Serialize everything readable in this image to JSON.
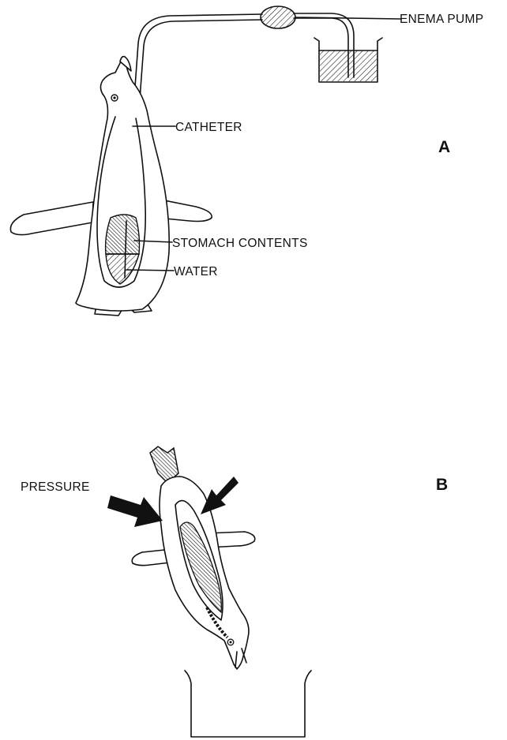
{
  "panel_a": {
    "letter": "A",
    "labels": {
      "enema_pump": "ENEMA PUMP",
      "catheter": "CATHETER",
      "stomach_contents": "STOMACH CONTENTS",
      "water": "WATER"
    }
  },
  "panel_b": {
    "letter": "B",
    "labels": {
      "pressure": "PRESSURE"
    }
  },
  "colors": {
    "ink": "#111111",
    "background": "#ffffff"
  }
}
